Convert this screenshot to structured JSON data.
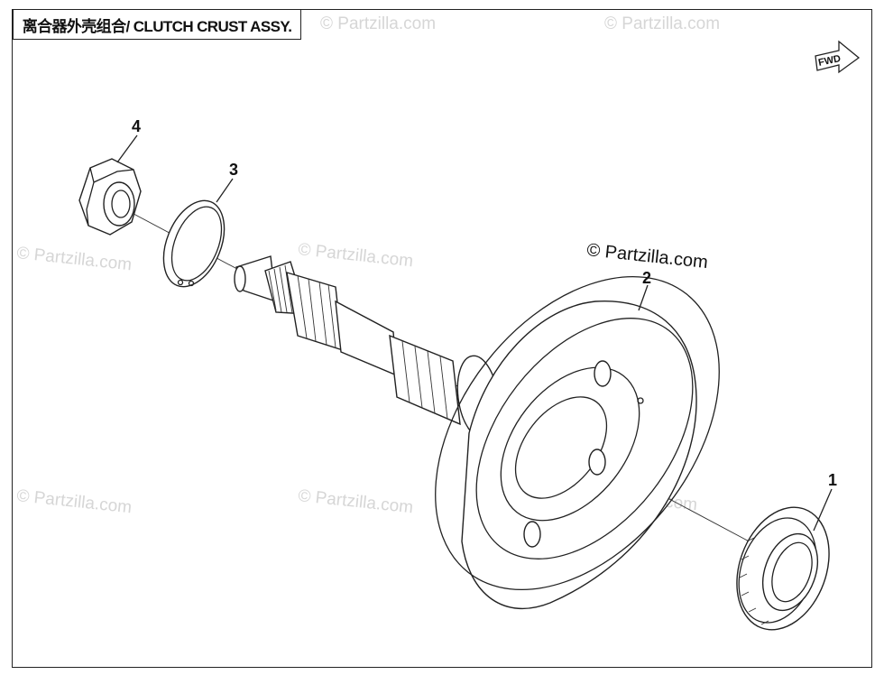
{
  "title": "离合器外壳组合/ CLUTCH CRUST ASSY.",
  "fwd_label": "FWD",
  "watermark": "© Partzilla.com",
  "callouts": [
    {
      "id": "callout-1",
      "label": "1"
    },
    {
      "id": "callout-2",
      "label": "2"
    },
    {
      "id": "callout-3",
      "label": "3"
    },
    {
      "id": "callout-4",
      "label": "4"
    }
  ],
  "icons": {
    "fwd": "fwd-arrow-icon"
  }
}
